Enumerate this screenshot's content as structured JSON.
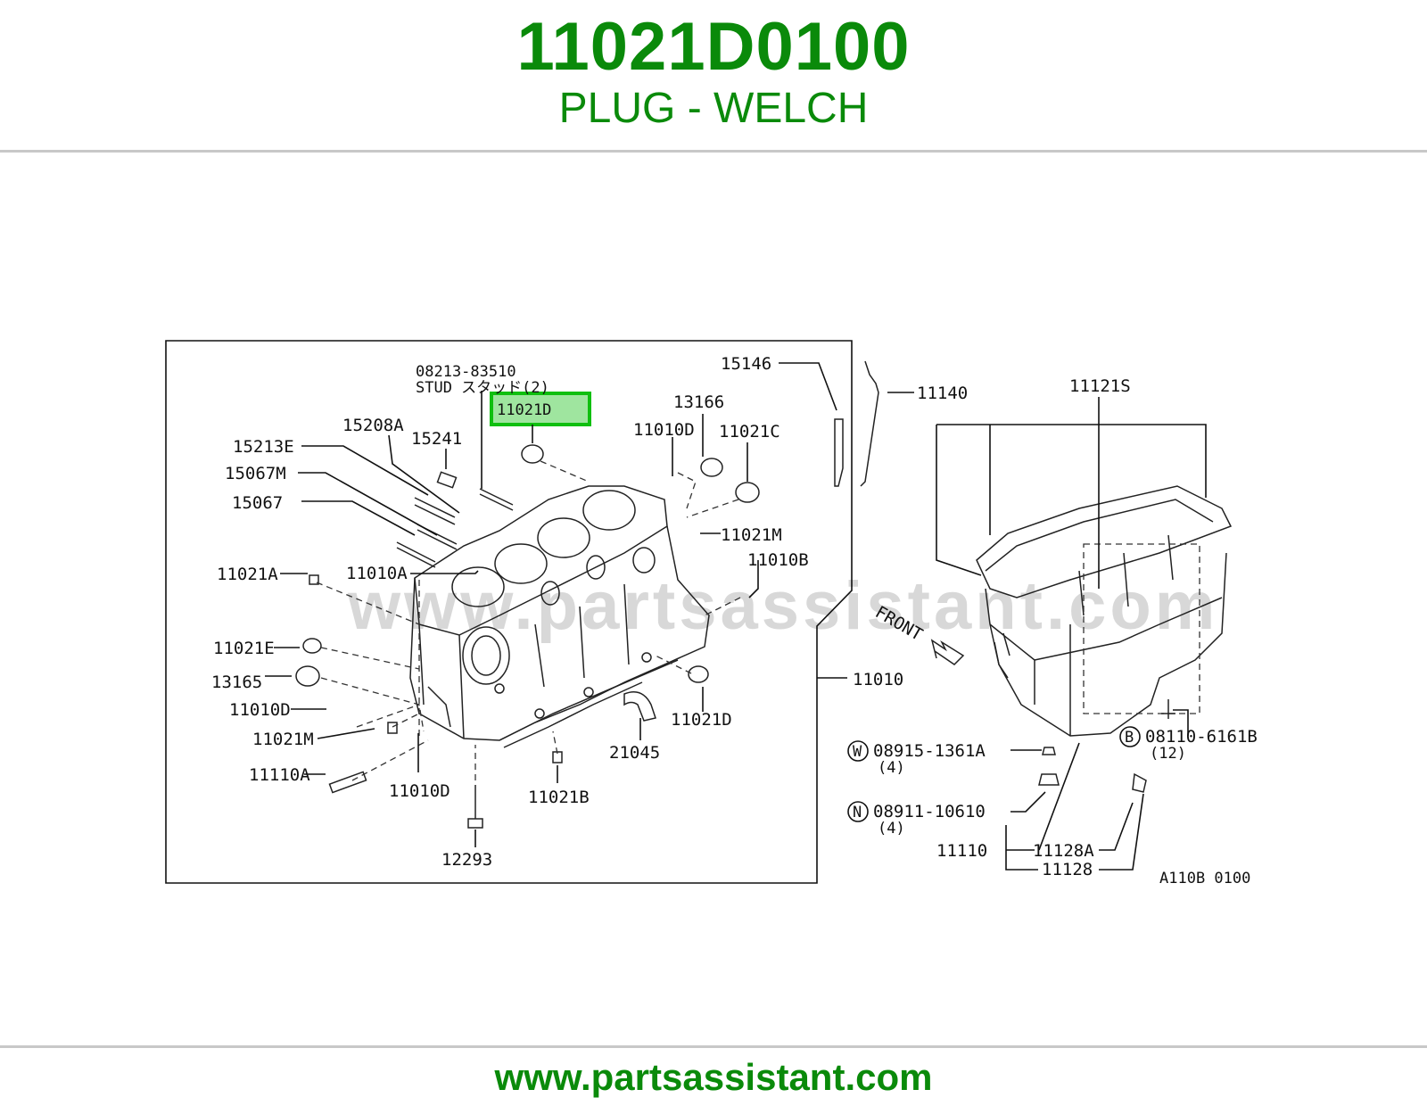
{
  "header": {
    "part_number": "11021D0100",
    "part_name": "PLUG - WELCH"
  },
  "diagram": {
    "watermark": "www.partsassistant.com",
    "highlight_color": "#0fbf0f",
    "highlighted_label": "11021D",
    "figure_code": "A110B 0100",
    "front_label": "FRONT",
    "callouts": {
      "stud_part": "08213-83510",
      "stud_desc": "STUD スタッド(2)",
      "c15146": "15146",
      "c11140": "11140",
      "c13166": "13166",
      "c11010D_top": "11010D",
      "c11021C": "11021C",
      "c15208A": "15208A",
      "c15241": "15241",
      "c15213E": "15213E",
      "c15067M": "15067M",
      "c15067": "15067",
      "c11021M_r": "11021M",
      "c11010B": "11010B",
      "c11021A": "11021A",
      "c11010A": "11010A",
      "c11021E": "11021E",
      "c13165": "13165",
      "c11010D_l": "11010D",
      "c11021M_l": "11021M",
      "c11110A": "11110A",
      "c11010D_b": "11010D",
      "c11021B": "11021B",
      "c21045": "21045",
      "c11021D_r": "11021D",
      "c12293": "12293",
      "c11010": "11010",
      "c11121S": "11121S",
      "w_symbol": "W",
      "w_part": "08915-1361A",
      "w_qty": "(4)",
      "n_symbol": "N",
      "n_part": "08911-10610",
      "n_qty": "(4)",
      "b_symbol": "B",
      "b_part": "08110-6161B",
      "b_qty": "(12)",
      "c11110": "11110",
      "c11128A": "11128A",
      "c11128": "11128"
    }
  },
  "footer": {
    "url": "www.partsassistant.com"
  }
}
